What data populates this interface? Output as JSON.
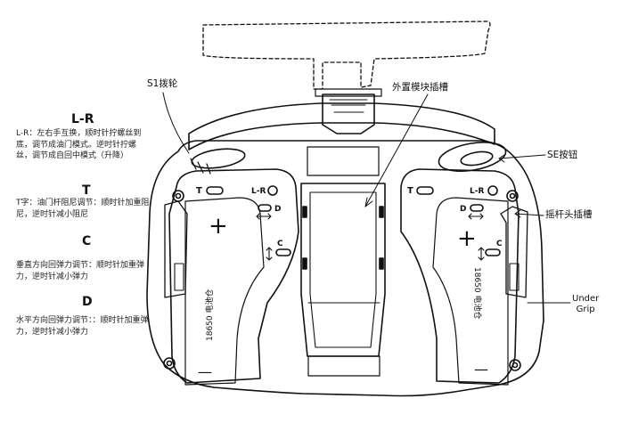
{
  "callouts": {
    "s1_dial": "S1拨轮",
    "external_module_bay": "外置模块插槽",
    "se_button": "SE按钮",
    "joystick_socket": "摇杆头插槽",
    "under_grip": "Under\nGrip"
  },
  "legend": {
    "lr": {
      "heading": "L-R",
      "text": "L-R：左右手互换，顺时针拧螺丝到底，调节成油门模式。逆时针拧螺丝，调节成自回中模式（升降）"
    },
    "t": {
      "heading": "T",
      "text": "T字：油门杆阻尼调节：顺时针加重阻尼，逆时针减小阻尼"
    },
    "c": {
      "heading": "C",
      "text": "垂直方向回弹力调节：顺时针加重弹力，逆时针减小弹力"
    },
    "d": {
      "heading": "D",
      "text": "水平方向回弹力调节：：顺时针加重弹力，逆时针减小弹力"
    }
  },
  "panel_marks": {
    "t": "T",
    "lr": "L-R",
    "d": "D",
    "c": "C",
    "plus": "+",
    "minus": "—",
    "battery_left": "18650 电池仓",
    "battery_right": "18650 电池仓"
  }
}
